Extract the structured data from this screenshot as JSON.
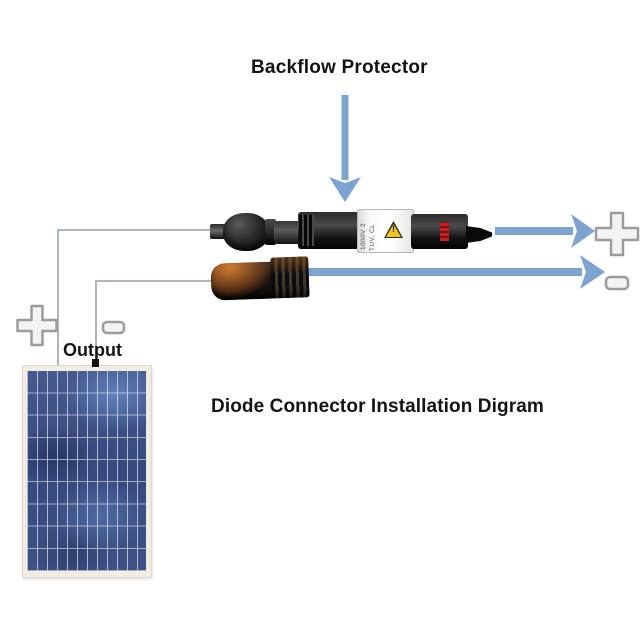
{
  "diagram": {
    "backflow_title": "Backflow Protector",
    "main_title": "Diode Connector Installation Digram",
    "output_label": "Output",
    "diode_label": {
      "line1": "1000V 2",
      "line2": "TUV, CL",
      "warning_mark": "!"
    },
    "terminals": {
      "output_positive": "+",
      "output_negative": "-",
      "panel_positive": "+",
      "panel_negative": "-"
    },
    "icons": {
      "down_arrow": "down-arrow-icon",
      "right_arrow_positive": "right-arrow-icon",
      "right_arrow_negative": "right-arrow-icon",
      "warning": "warning-triangle-icon",
      "plus_symbol": "plus-symbol",
      "minus_symbol": "minus-symbol"
    },
    "components": {
      "solar_panel": "solar-panel",
      "top_connector": "mc4-connector-female",
      "bottom_connector": "mc4-connector-male",
      "backflow_protector": "diode-inline-connector"
    },
    "colors": {
      "arrow_blue": "#7da3d0",
      "wire_gray": "#aeb6bd",
      "symbol_fill": "#f3f3f3",
      "symbol_stroke": "#9c9c9c",
      "panel_cell_blue": "#3b4f8e",
      "panel_frame": "#f1ede3",
      "connector_black": "#1c1c1c",
      "copper_orange": "#c87a3a",
      "label_white": "#f8f8f6",
      "red_band": "#bf2020",
      "warning_yellow": "#f2c41d"
    }
  }
}
